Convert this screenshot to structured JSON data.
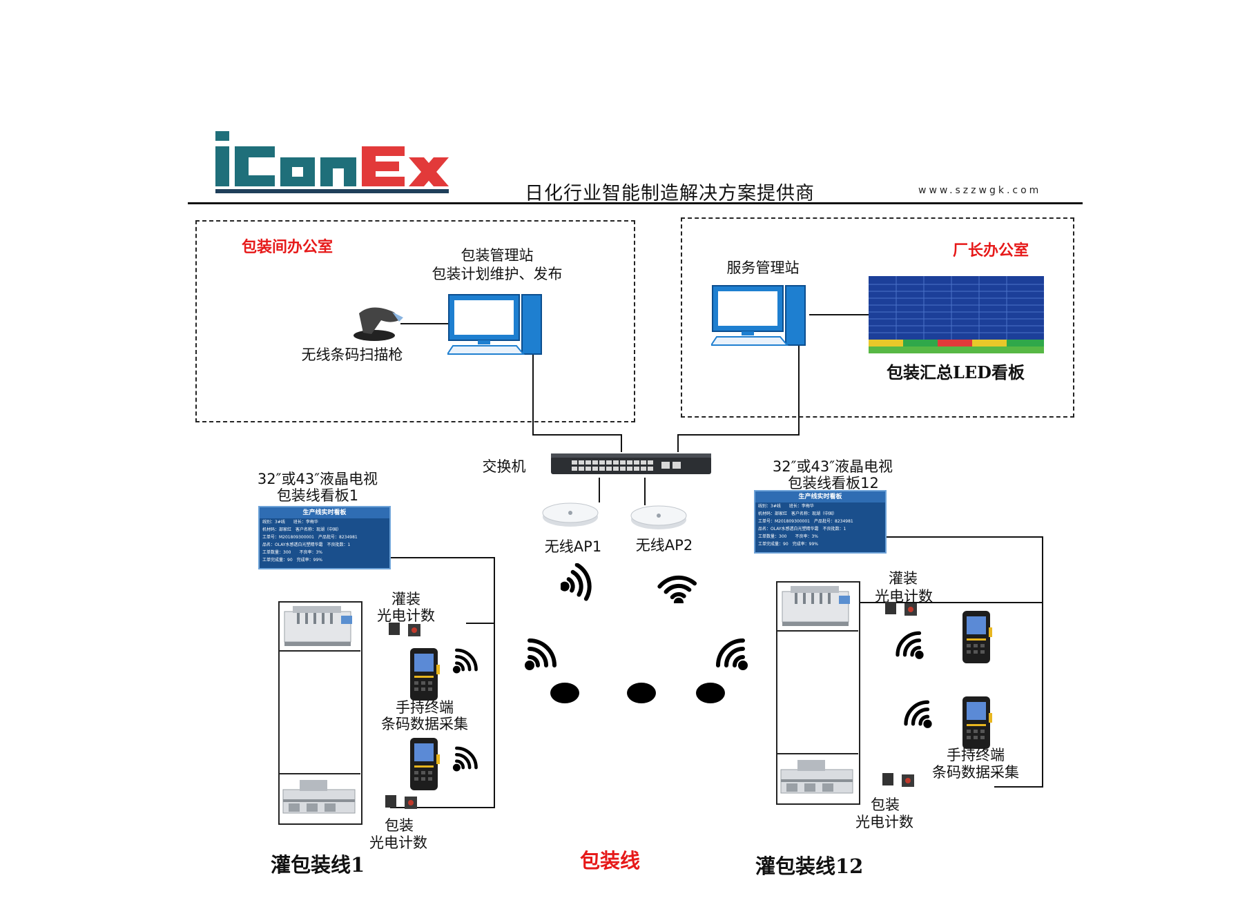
{
  "header": {
    "logo_text": "iConEx",
    "tagline": "日化行业智能制造解决方案提供商",
    "website": "www.szzwgk.com"
  },
  "colors": {
    "logo_teal": "#1f6f7a",
    "logo_red": "#e23a3a",
    "title_red": "#e61919",
    "tv_blue": "#1a4f8c",
    "monitor_blue": "#1e7fd0"
  },
  "office_left": {
    "title": "包装间办公室",
    "station_line1": "包装管理站",
    "station_line2": "包装计划维护、发布",
    "scanner_label": "无线条码扫描枪"
  },
  "office_right": {
    "title": "厂长办公室",
    "station_label": "服务管理站",
    "led_label": "包装汇总LED看板"
  },
  "network": {
    "switch_label": "交换机",
    "ap1_label": "无线AP1",
    "ap2_label": "无线AP2"
  },
  "line1": {
    "tv_line1": "32″或43″液晶电视",
    "tv_line2": "包装线看板1",
    "filling_line1": "灌装",
    "filling_line2": "光电计数",
    "handheld_line1": "手持终端",
    "handheld_line2": "条码数据采集",
    "packing_line1": "包装",
    "packing_line2": "光电计数",
    "title": "灌包装线1"
  },
  "line12": {
    "tv_line1": "32″或43″液晶电视",
    "tv_line2": "包装线看板12",
    "filling_line1": "灌装",
    "filling_line2": "光电计数",
    "handheld_line1": "手持终端",
    "handheld_line2": "条码数据采集",
    "packing_line1": "包装",
    "packing_line2": "光电计数",
    "title": "灌包装线12"
  },
  "center_title": "包装线",
  "tv_screen": {
    "header": "生产线实时看板",
    "rows": [
      [
        "线别：3#线",
        "班长：李梅华"
      ],
      [
        "机材码：部家红",
        "客户名称：现湖（中国）"
      ],
      [
        "工单号：M201809300001",
        "产品批号：8234981"
      ],
      [
        "品名：OLAY水感透白光塑精华霜",
        "不良批数：1"
      ],
      [
        "工单数量：300",
        "不良率：3%"
      ],
      [
        "工单完成量：90",
        "完成率：99%"
      ]
    ]
  }
}
